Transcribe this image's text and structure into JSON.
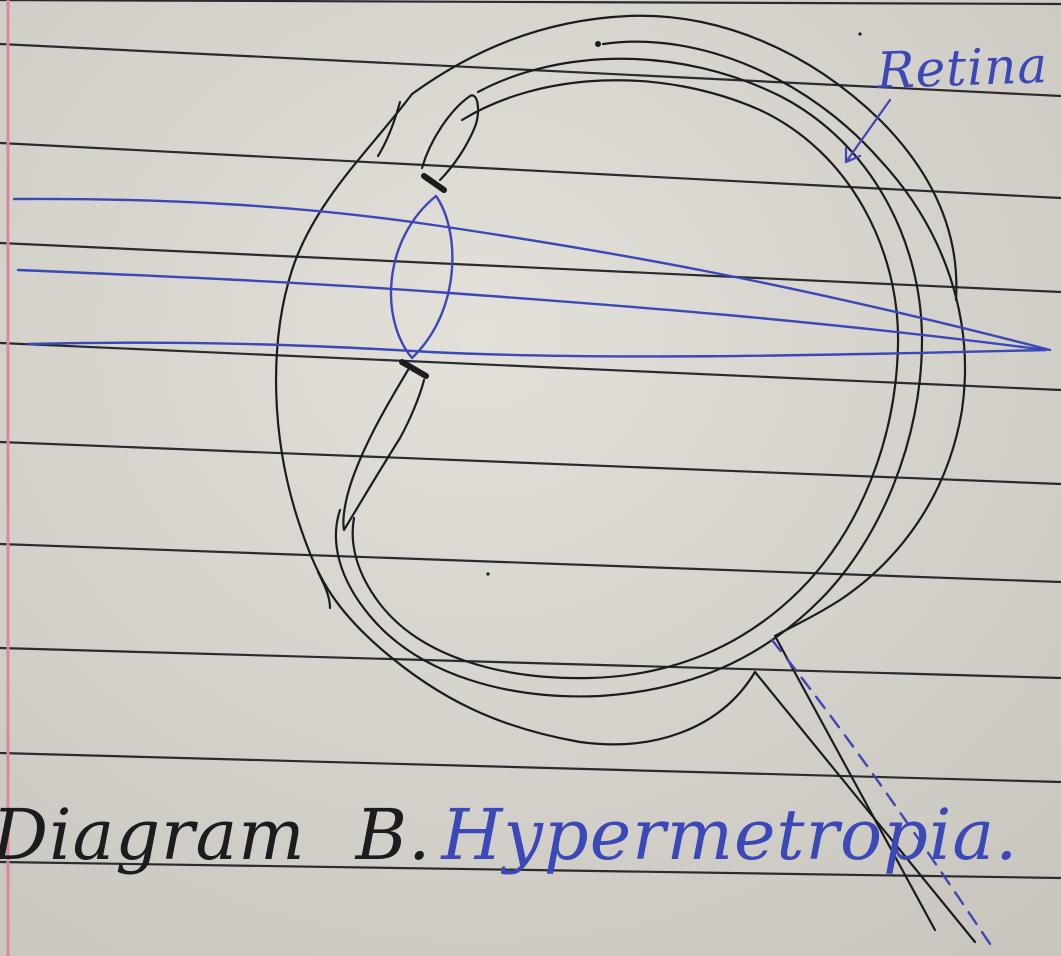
{
  "labels": {
    "retina": "Retina",
    "caption_prefix": "Diagram",
    "caption_letter": "B.",
    "caption_title": "Hypermetropia."
  },
  "colors": {
    "paper": "#d9d6cf",
    "ruled_line": "#2b2b2e",
    "margin_line": "#e0859a",
    "pencil_ink": "#1c1c1e",
    "blue_ink": "#3a48b8"
  }
}
